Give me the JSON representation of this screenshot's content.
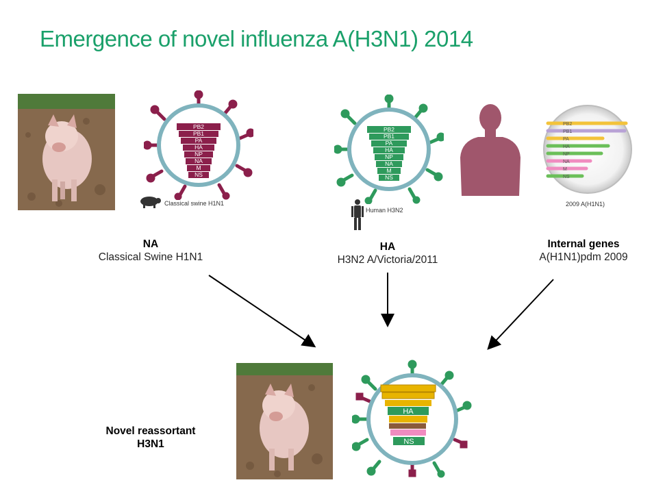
{
  "title": "Emergence of novel influenza A(H3N1)  2014",
  "sources": [
    {
      "head": "NA",
      "sub": "Classical Swine H1N1"
    },
    {
      "head": "HA",
      "sub": "H3N2 A/Victoria/2011"
    },
    {
      "head": "Internal genes",
      "sub": "A(H1N1)pdm 2009"
    }
  ],
  "virus_captions": {
    "swine": "Classical swine H1N1",
    "human": "Human H3N2",
    "pdm": "2009 A(H1N1)"
  },
  "gene_segments": [
    "PB2",
    "PB1",
    "PA",
    "HA",
    "NP",
    "NA",
    "M",
    "NS"
  ],
  "result": {
    "line1": "Novel reassortant",
    "line2": "H3N1",
    "visible_segments": [
      "HA",
      "NS"
    ]
  },
  "colors": {
    "title": "#1aa06a",
    "swine_virus": "#8b1f4b",
    "human_virus": "#2e9a5c",
    "envelope": "#7fb3bd",
    "human_silhouette": "#a0566c",
    "pdm_yellow": "#f3c33a",
    "pdm_purple": "#b8a2d6",
    "pdm_green": "#6bbf59",
    "pdm_pink": "#f08cc0",
    "novel_yellow": "#e8b400",
    "novel_brown": "#8a5a3b",
    "arrow": "#000000"
  }
}
